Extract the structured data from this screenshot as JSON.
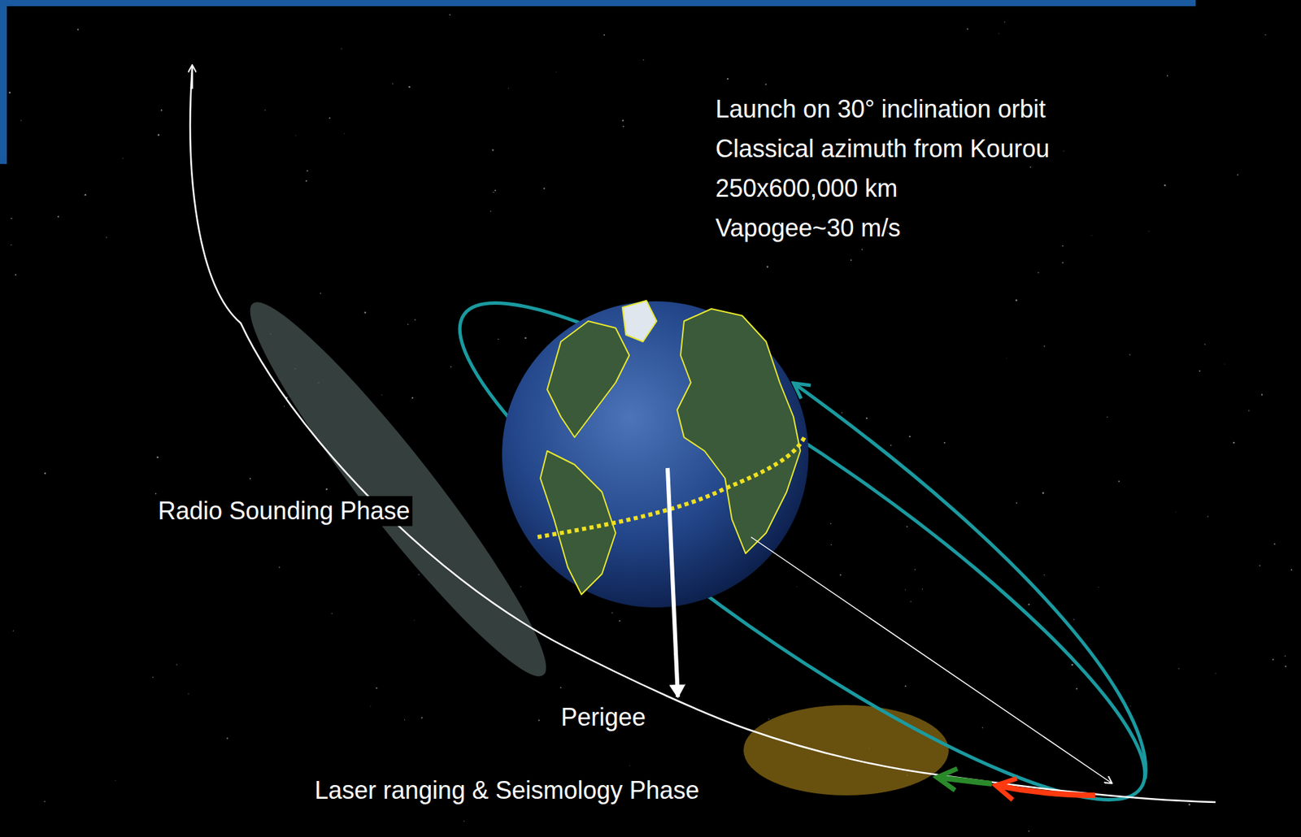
{
  "diagram": {
    "labels": [
      "Launch on 30° inclination orbit",
      "Classical azimuth from Kourou",
      "250x600,000 km",
      "Vapogee~30 m/s",
      "Radio Sounding Phase",
      "Perigee",
      "Laser ranging & Seismology Phase"
    ]
  }
}
